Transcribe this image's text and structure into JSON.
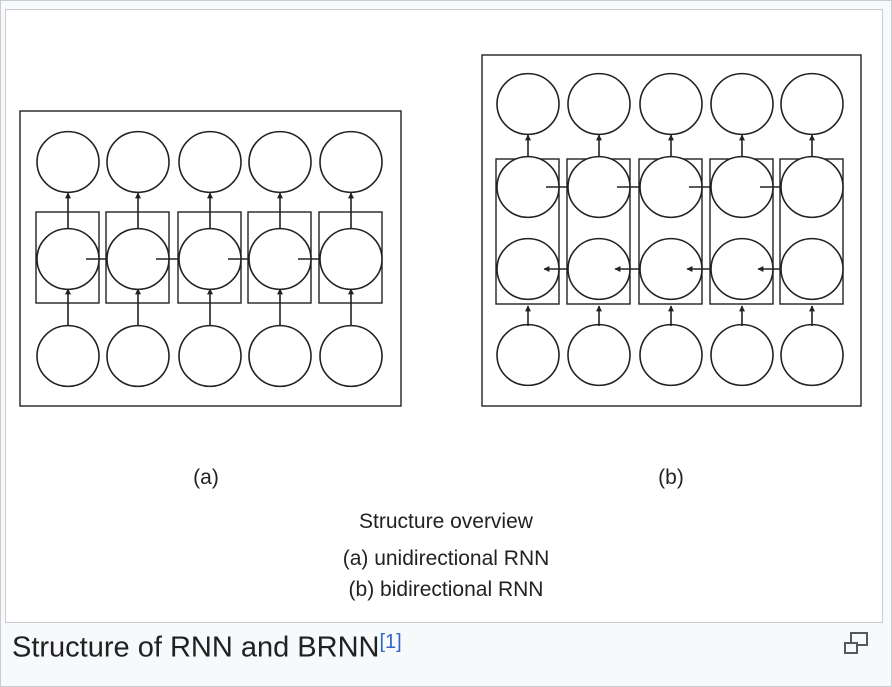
{
  "figure": {
    "panel_a_label": "(a)",
    "panel_b_label": "(b)",
    "overview_title": "Structure overview",
    "overview_line_a": "(a) unidirectional RNN",
    "overview_line_b": "(b) bidirectional RNN"
  },
  "caption": {
    "text": "Structure of RNN and BRNN",
    "reference": "[1]"
  },
  "icons": {
    "magnify": "magnify-clip-icon"
  },
  "colors": {
    "stroke": "#222222",
    "link": "#3366cc",
    "text": "#202122"
  }
}
